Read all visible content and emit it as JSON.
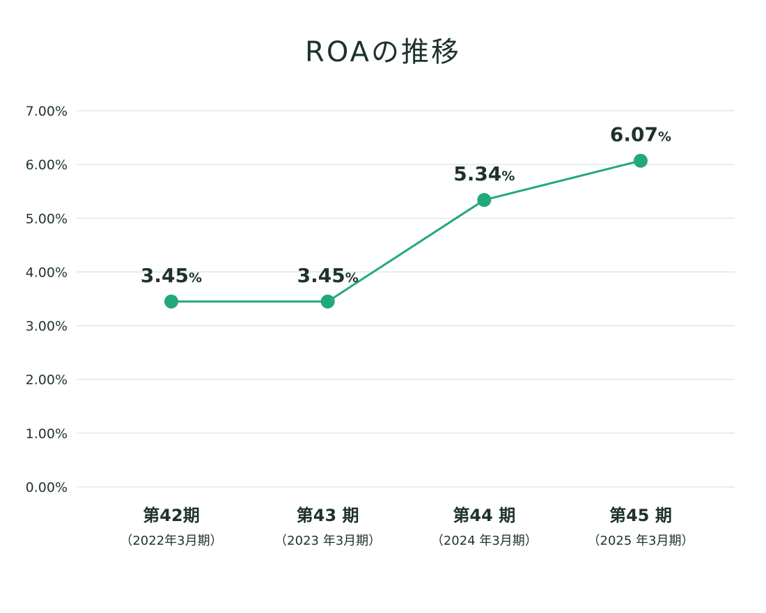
{
  "chart_data": {
    "type": "line",
    "title": "ROAの推移",
    "xlabel": "",
    "ylabel": "",
    "categories": [
      "第42期",
      "第43 期",
      "第44 期",
      "第45 期"
    ],
    "category_sublabels": [
      "（2022年3月期）",
      "（2023 年3月期）",
      "（2024 年3月期）",
      "（2025 年3月期）"
    ],
    "series": [
      {
        "values": [
          3.45,
          3.45,
          5.34,
          6.07
        ],
        "data_labels": [
          "3.45",
          "3.45",
          "5.34",
          "6.07"
        ],
        "unit": "%"
      }
    ],
    "ylim": [
      0,
      7
    ],
    "yticks": [
      0,
      1,
      2,
      3,
      4,
      5,
      6,
      7
    ],
    "ytick_labels": [
      "0.00%",
      "1.00%",
      "2.00%",
      "3.00%",
      "4.00%",
      "5.00%",
      "6.00%",
      "7.00%"
    ],
    "grid": true,
    "legend": "none",
    "colors": {
      "series": "#22a87a",
      "grid": "#cfdcd6",
      "text": "#1e3328"
    }
  }
}
